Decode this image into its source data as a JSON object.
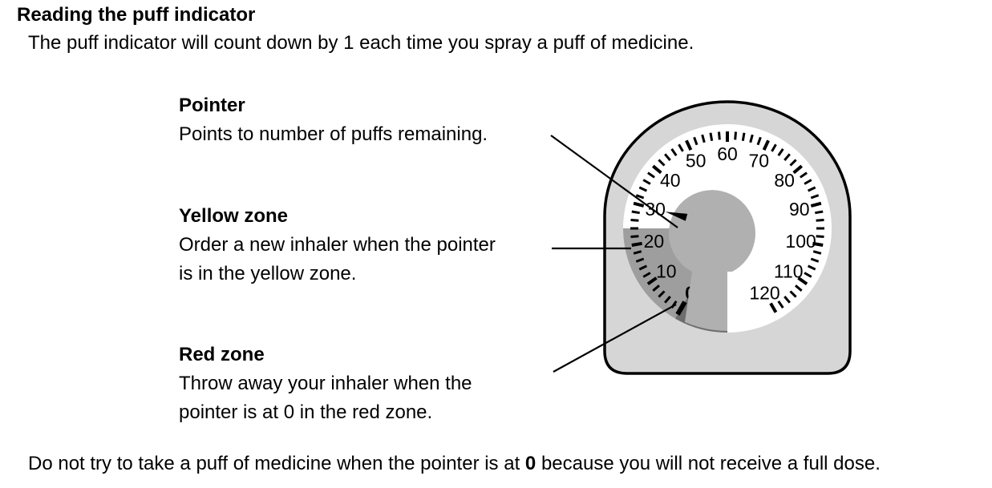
{
  "title": "Reading the puff indicator",
  "intro": "The puff indicator will count down by 1 each time you spray a puff of medicine.",
  "callouts": {
    "pointer": {
      "heading": "Pointer",
      "line1": "Points to number of puffs remaining."
    },
    "yellow": {
      "heading": "Yellow zone",
      "line1": "Order a new inhaler when the pointer",
      "line2": "is in the yellow zone."
    },
    "red": {
      "heading": "Red zone",
      "line1": "Throw away your inhaler when the",
      "line2": "pointer is at 0 in the red zone."
    }
  },
  "footer": {
    "before": "Do not try to take a puff of medicine when the pointer is at ",
    "bold": "0",
    "after": " because you will not receive a full dose."
  },
  "dial": {
    "labels": [
      "0",
      "10",
      "20",
      "30",
      "40",
      "50",
      "60",
      "70",
      "80",
      "90",
      "100",
      "110",
      "120"
    ],
    "pointer_value": 30,
    "colors": {
      "body": "#d6d6d6",
      "face": "#ffffff",
      "yellow_zone": "#9e9e9e",
      "red_zone": "#6e6e6e",
      "hub": "#b0b0b0",
      "outline": "#000000"
    }
  }
}
